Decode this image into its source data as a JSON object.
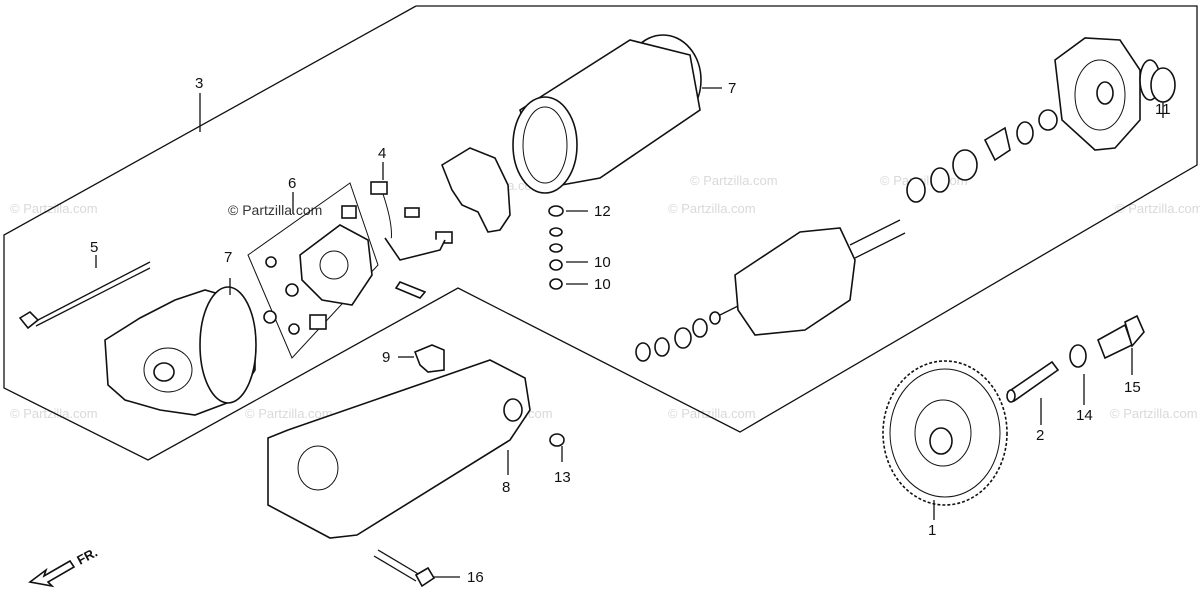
{
  "callouts": {
    "c1": "1",
    "c2": "2",
    "c3": "3",
    "c4": "4",
    "c5": "5",
    "c6": "6",
    "c7a": "7",
    "c7b": "7",
    "c8": "8",
    "c9": "9",
    "c10a": "10",
    "c10b": "10",
    "c11": "11",
    "c12": "12",
    "c13": "13",
    "c14": "14",
    "c15": "15",
    "c16": "16"
  },
  "watermark": {
    "main": "© Partzilla.com",
    "faint": "© Partzilla.com"
  },
  "direction": {
    "label": "FR."
  }
}
